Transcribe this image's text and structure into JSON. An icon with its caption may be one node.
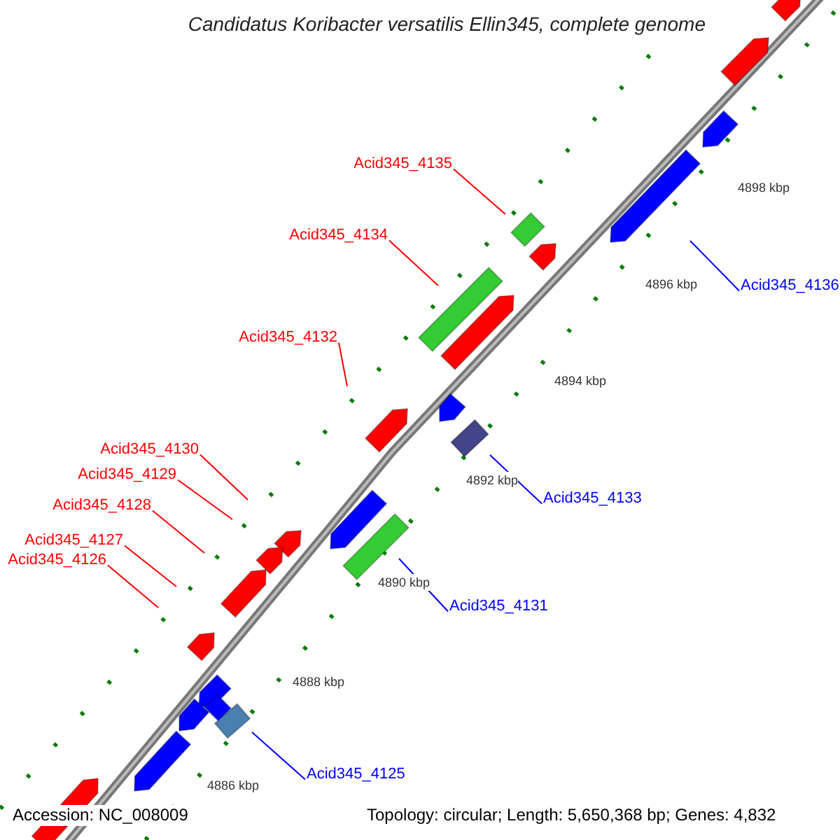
{
  "diagram": {
    "title": "Candidatus Koribacter versatilis Ellin345, complete genome",
    "nodes": [
      {
        "text": [
          "Acid345_4135"
        ]
      },
      {
        "text": [
          "Acid345_4134"
        ]
      },
      {
        "text": [
          "Acid345_4136"
        ]
      },
      {
        "text": [
          "Acid345_4132"
        ]
      },
      {
        "text": [
          "Acid345_4133"
        ]
      },
      {
        "text": [
          "Acid345_4130"
        ]
      },
      {
        "text": [
          "Acid345_4129"
        ]
      },
      {
        "text": [
          "Acid345_4128"
        ]
      },
      {
        "text": [
          "Acid345_4127"
        ]
      },
      {
        "text": [
          "Acid345_4126"
        ]
      },
      {
        "text": [
          "Acid345_4131"
        ]
      },
      {
        "text": [
          "Acid345_4125"
        ]
      }
    ],
    "edges": [
      {
        "from": 0,
        "to": null,
        "arrow": "none"
      },
      {
        "from": 1,
        "to": null,
        "arrow": "none"
      },
      {
        "from": 2,
        "to": null,
        "arrow": "none",
        "color": "#0000ff"
      },
      {
        "from": 3,
        "to": null,
        "arrow": "none"
      },
      {
        "from": 4,
        "to": null,
        "arrow": "none",
        "color": "#0000ff"
      },
      {
        "from": 5,
        "to": null,
        "arrow": "none"
      },
      {
        "from": 6,
        "to": null,
        "arrow": "none"
      },
      {
        "from": 7,
        "to": null,
        "arrow": "none"
      },
      {
        "from": 8,
        "to": null,
        "arrow": "none"
      },
      {
        "from": 9,
        "to": null,
        "arrow": "none"
      },
      {
        "from": 10,
        "to": null,
        "arrow": "none",
        "color": "#0000ff"
      },
      {
        "from": 11,
        "to": null,
        "arrow": "none",
        "color": "#0000ff"
      }
    ],
    "labels": [
      "4898 kbp",
      "4896 kbp",
      "4894 kbp",
      "4892 kbp",
      "4890 kbp",
      "4888 kbp",
      "4886 kbp",
      "Accession: NC_008009",
      "Topology: circular; Length: 5,650,368 bp; Genes: 4,832"
    ]
  }
}
